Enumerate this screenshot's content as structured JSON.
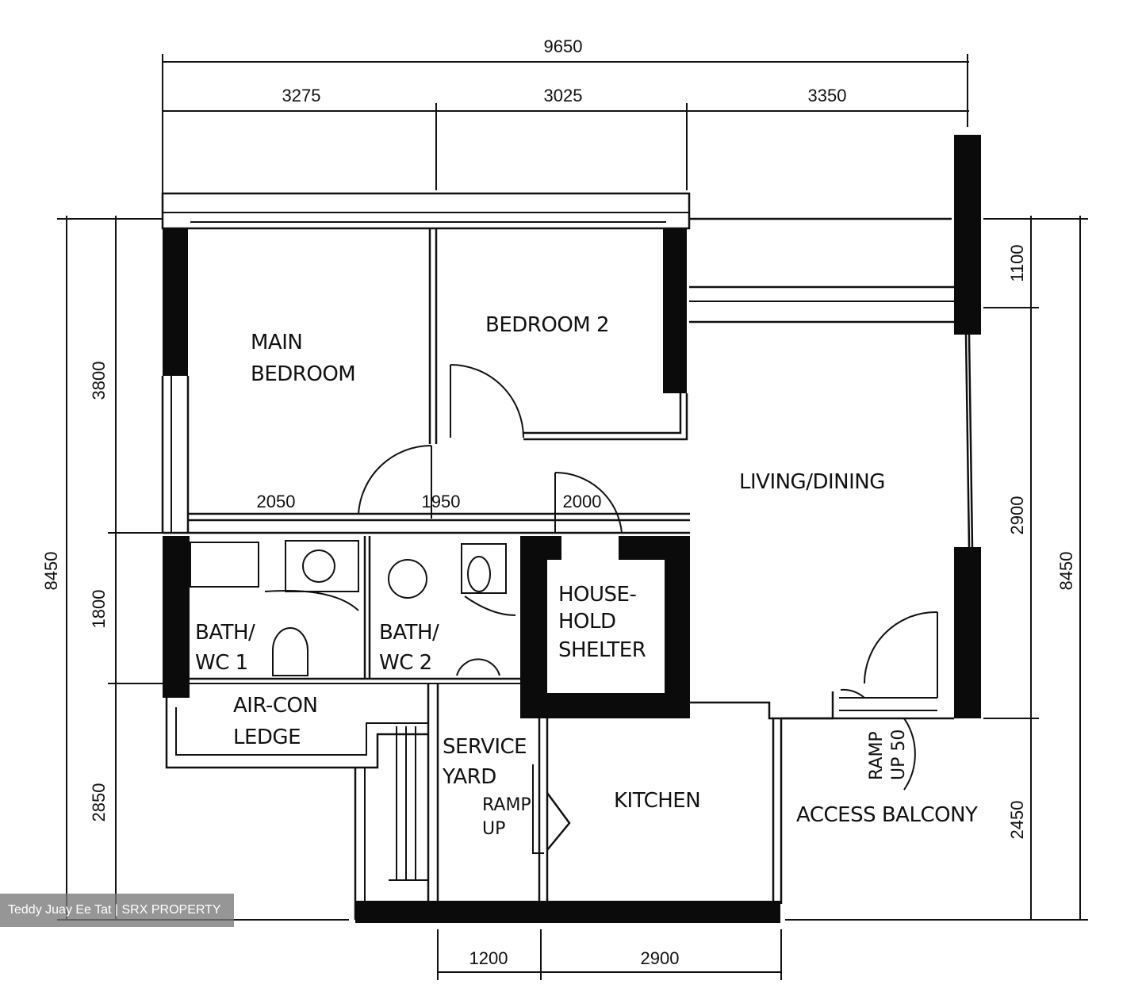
{
  "dimensions": {
    "top_total": "9650",
    "top_1": "3275",
    "top_2": "3025",
    "top_3": "3350",
    "left_total": "8450",
    "left_1": "3800",
    "left_2": "1800",
    "left_3": "2850",
    "right_total": "8450",
    "right_1": "1100",
    "right_2": "2900",
    "right_3": "2450",
    "mid_1": "2050",
    "mid_2": "1950",
    "mid_3": "2000",
    "bottom_1": "1200",
    "bottom_2": "2900"
  },
  "rooms": {
    "main_bedroom_1": "MAIN",
    "main_bedroom_2": "BEDROOM",
    "bedroom2": "BEDROOM  2",
    "living_dining": "LIVING/DINING",
    "bath1_1": "BATH/",
    "bath1_2": "WC  1",
    "bath2_1": "BATH/",
    "bath2_2": "WC  2",
    "shelter_1": "HOUSE-",
    "shelter_2": "HOLD",
    "shelter_3": "SHELTER",
    "aircon_1": "AIR-CON",
    "aircon_2": "LEDGE",
    "service_1": "SERVICE",
    "service_2": "YARD",
    "ramp_1": "RAMP",
    "ramp_2": "UP",
    "kitchen": "KITCHEN",
    "access_balcony": "ACCESS  BALCONY",
    "ramp50_1": "RAMP",
    "ramp50_2": "UP 50"
  },
  "watermark": "Teddy Juay Ee Tat | SRX PROPERTY"
}
